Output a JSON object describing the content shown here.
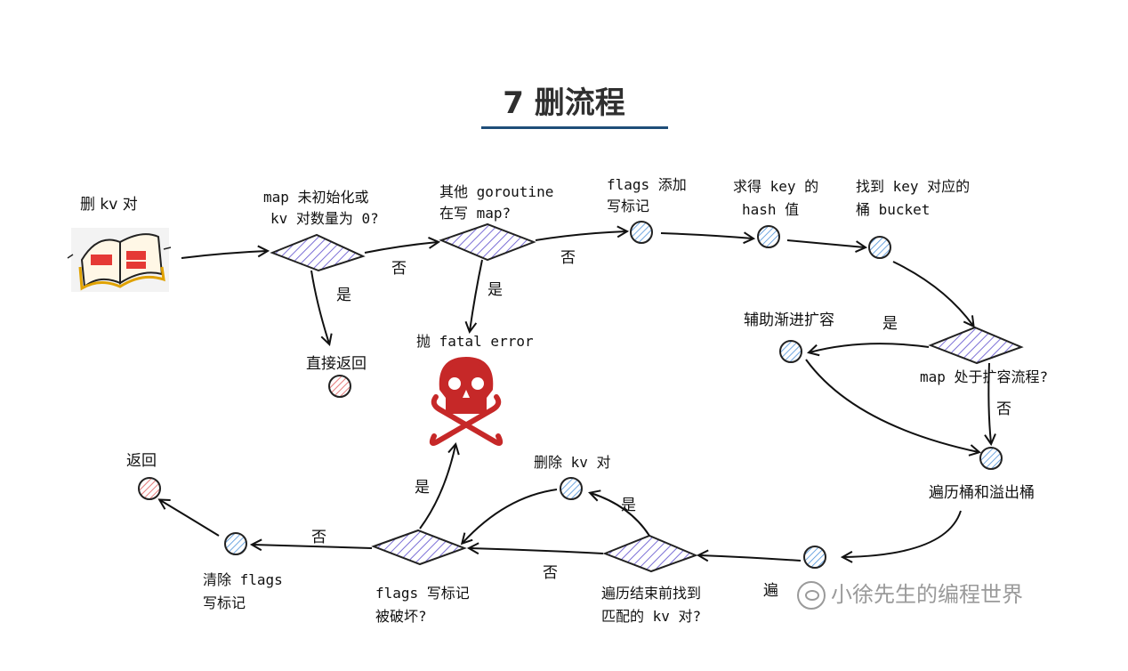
{
  "title": "7 删流程",
  "nodes": {
    "start": "删 kv 对",
    "check_init_line1": "map 未初始化或",
    "check_init_line2": "kv 对数量为 0?",
    "direct_return": "直接返回",
    "check_concurrent_line1": "其他 goroutine",
    "check_concurrent_line2": "在写 map?",
    "fatal_error": "抛 fatal error",
    "add_flags_line1": "flags 添加",
    "add_flags_line2": "写标记",
    "hash_line1": "求得 key 的",
    "hash_line2": "hash 值",
    "bucket_line1": "找到 key 对应的",
    "bucket_line2": "桶 bucket",
    "assist_grow": "辅助渐进扩容",
    "check_growing": "map 处于扩容流程?",
    "traverse": "遍历桶和溢出桶",
    "delete_kv": "删除 kv 对",
    "found_line1": "遍历结束前找到",
    "found_line2": "匹配的 kv 对?",
    "flags_broken_line1": "flags 写标记",
    "flags_broken_line2": "被破坏?",
    "clear_flags_line1": "清除 flags",
    "clear_flags_line2": "写标记",
    "return": "返回",
    "partial_label": "遍"
  },
  "edge_labels": {
    "init_yes": "是",
    "init_no": "否",
    "concurrent_yes": "是",
    "concurrent_no": "否",
    "growing_yes": "是",
    "growing_no": "否",
    "found_yes": "是",
    "found_no": "否",
    "broken_yes": "是",
    "broken_no": "否"
  },
  "watermark": "小徐先生的编程世界",
  "colors": {
    "title_rule": "#1f4e79",
    "diamond_hatch": "#7b6fd6",
    "circle_hatch_blue": "#4a90d9",
    "circle_hatch_red": "#e05a5a",
    "skull": "#c62828"
  }
}
